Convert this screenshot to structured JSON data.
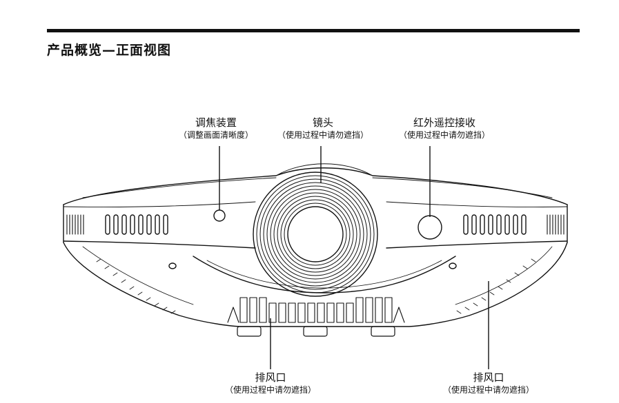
{
  "page": {
    "title": "产品概览—正面视图"
  },
  "callouts": {
    "focus": {
      "label": "调焦装置",
      "note": "（调整画面清晰度）"
    },
    "lens": {
      "label": "镜头",
      "note": "（使用过程中请勿遮挡）"
    },
    "ir": {
      "label": "红外遥控接收",
      "note": "（使用过程中请勿遮挡）"
    },
    "vent_left": {
      "label": "排风口",
      "note": "（使用过程中请勿遮挡）"
    },
    "vent_right": {
      "label": "排风口",
      "note": "（使用过程中请勿遮挡）"
    }
  }
}
